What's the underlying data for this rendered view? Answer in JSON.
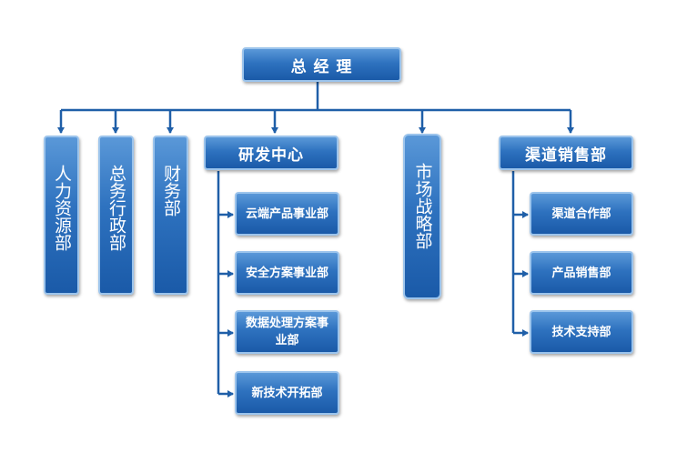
{
  "org_chart": {
    "top": {
      "label": "总 经 理"
    },
    "departments": {
      "hr": {
        "label": "人力资源部"
      },
      "admin": {
        "label": "总务行政部"
      },
      "finance": {
        "label": "财务部"
      },
      "rnd": {
        "label": "研发中心",
        "children": [
          {
            "label": "云端产品事业部"
          },
          {
            "label": "安全方案事业部"
          },
          {
            "label": "数据处理方案事业部"
          },
          {
            "label": "新技术开拓部"
          }
        ]
      },
      "market": {
        "label": "市场战略部"
      },
      "channel": {
        "label": "渠道销售部",
        "children": [
          {
            "label": "渠道合作部"
          },
          {
            "label": "产品销售部"
          },
          {
            "label": "技术支持部"
          }
        ]
      }
    },
    "colors": {
      "box_fill": "#2e72bf",
      "box_border": "#9cc4ec",
      "connector": "#1f5fa8"
    }
  }
}
